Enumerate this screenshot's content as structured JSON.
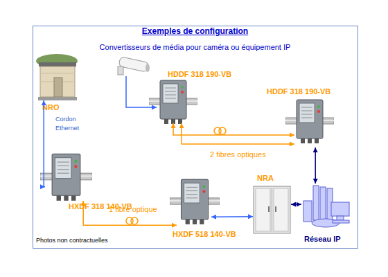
{
  "diagram": {
    "title": "Exemples de configuration",
    "nodes": [
      {
        "text": [
          "HDDF 318 190-VB"
        ]
      },
      {
        "text": [
          "HDDF 318 190-VB"
        ]
      },
      {
        "text": [
          "NRO"
        ]
      },
      {
        "text": [
          "HXDF 318 140-VB"
        ]
      },
      {
        "text": [
          "NRA"
        ]
      },
      {
        "text": [
          "HXDF 518 140-VB"
        ]
      },
      {
        "text": [
          "Réseau IP"
        ]
      }
    ],
    "edges": [
      {
        "from": 2,
        "to": 3,
        "arrow": "both",
        "label": "Cordon Ethernet"
      },
      {
        "from": 3,
        "to": 5,
        "arrow": "both",
        "label": "1 fibre optique"
      },
      {
        "from": 5,
        "to": 4,
        "arrow": "both"
      },
      {
        "from": 4,
        "to": 6,
        "arrow": "both"
      },
      {
        "from": 6,
        "to": 1,
        "arrow": "both"
      },
      {
        "from": 0,
        "to": 1,
        "arrow": "both",
        "label": "2 fibres optiques"
      },
      {
        "from": 0,
        "to": 1,
        "arrow": "both"
      }
    ],
    "labels": [
      "Convertisseurs de média pour caméra ou équipement IP",
      "Photos non contractuelles"
    ]
  }
}
